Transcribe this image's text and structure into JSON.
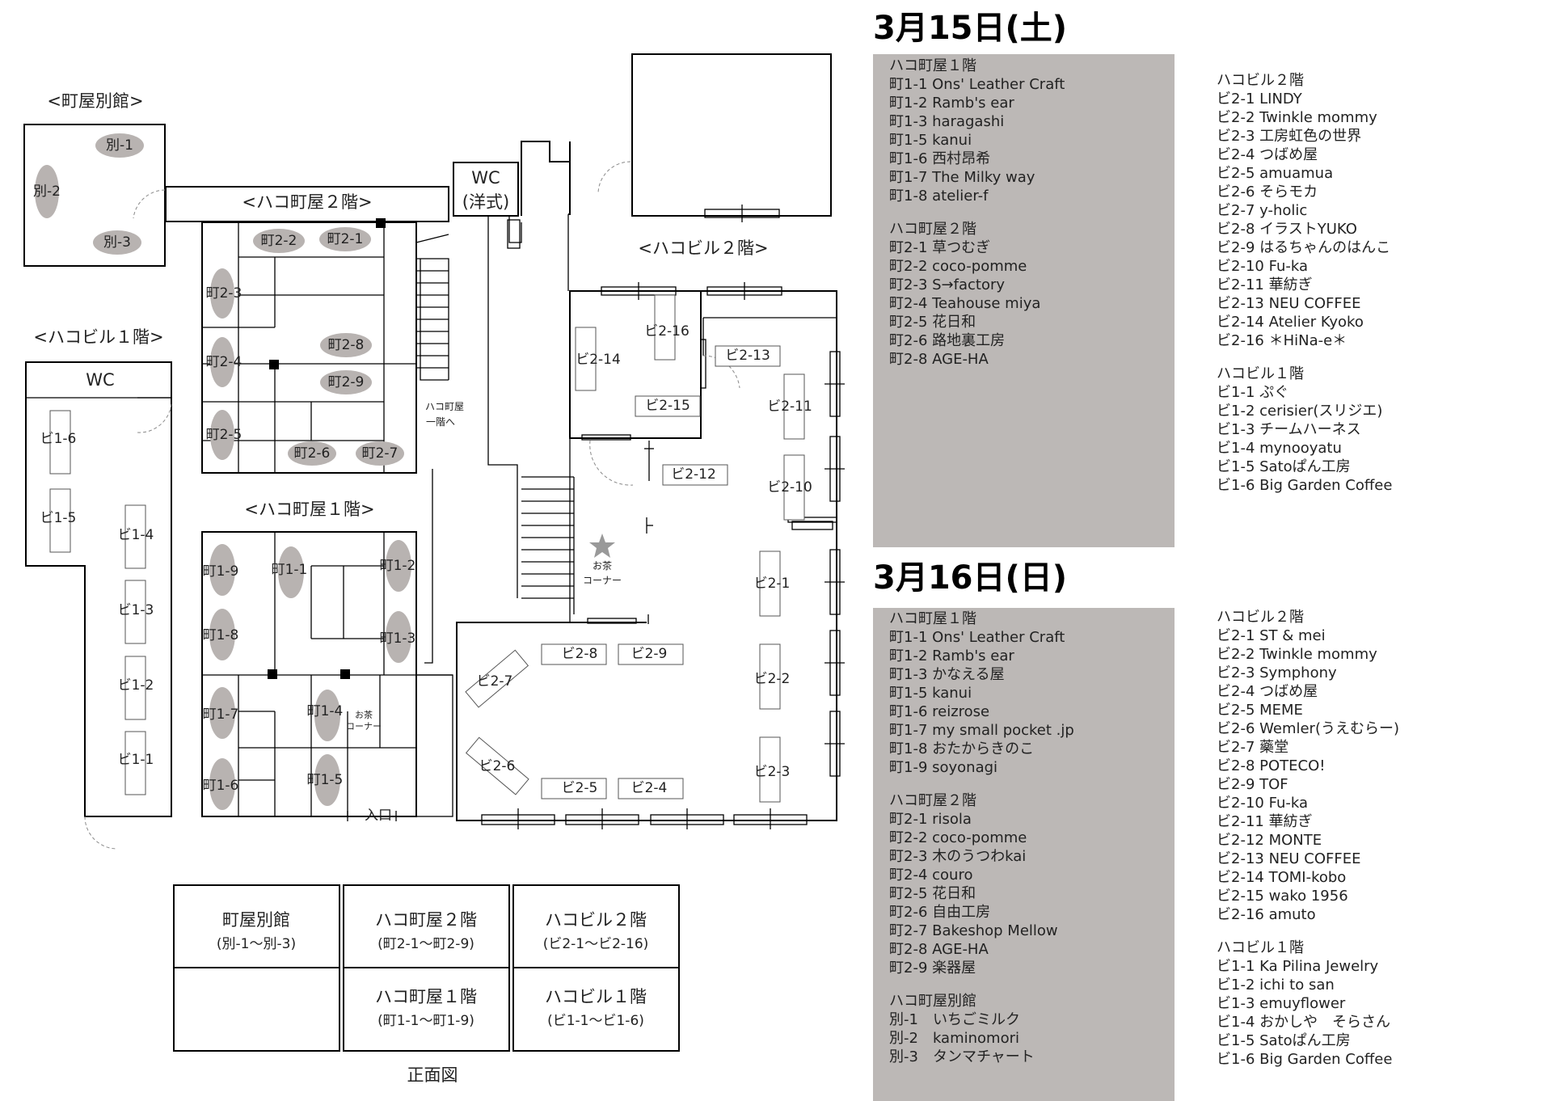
{
  "map": {
    "titles": {
      "annex": "<町屋別館>",
      "machiya2": "<ハコ町屋２階>",
      "machiya1": "<ハコ町屋１階>",
      "bldg1": "<ハコビル１階>",
      "bldg2": "<ハコビル２階>"
    },
    "wc_bldg1": "WC",
    "wc_western_1": "WC",
    "wc_western_2": "(洋式)",
    "stairs_note_1": "ハコ町屋",
    "stairs_note_2": "一階へ",
    "tea_corner_1": "お茶",
    "tea_corner_2": "コーナー",
    "tea_small_1": "お茶",
    "tea_small_2": "コーナー",
    "entrance": "入口",
    "booths": {
      "b1": "別-1",
      "b2": "別-2",
      "b3": "別-3",
      "m21": "町2-1",
      "m22": "町2-2",
      "m23": "町2-3",
      "m24": "町2-4",
      "m25": "町2-5",
      "m26": "町2-6",
      "m27": "町2-7",
      "m28": "町2-8",
      "m29": "町2-9",
      "m11": "町1-1",
      "m12": "町1-2",
      "m13": "町1-3",
      "m14": "町1-4",
      "m15": "町1-5",
      "m16": "町1-6",
      "m17": "町1-7",
      "m18": "町1-8",
      "m19": "町1-9",
      "v11": "ビ1-1",
      "v12": "ビ1-2",
      "v13": "ビ1-3",
      "v14": "ビ1-4",
      "v15": "ビ1-5",
      "v16": "ビ1-6",
      "v21": "ビ2-1",
      "v22": "ビ2-2",
      "v23": "ビ2-3",
      "v24": "ビ2-4",
      "v25": "ビ2-5",
      "v26": "ビ2-6",
      "v27": "ビ2-7",
      "v28": "ビ2-8",
      "v29": "ビ2-9",
      "v210": "ビ2-10",
      "v211": "ビ2-11",
      "v212": "ビ2-12",
      "v213": "ビ2-13",
      "v214": "ビ2-14",
      "v215": "ビ2-15",
      "v216": "ビ2-16"
    }
  },
  "legend": {
    "annex_name": "町屋別館",
    "annex_range": "(別-1～別-3)",
    "m2_name": "ハコ町屋２階",
    "m2_range": "(町2-1～町2-9)",
    "v2_name": "ハコビル２階",
    "v2_range": "(ビ2-1～ビ2-16)",
    "m1_name": "ハコ町屋１階",
    "m1_range": "(町1-1～町1-9)",
    "v1_name": "ハコビル１階",
    "v1_range": "(ビ1-1～ビ1-6)",
    "caption": "正面図"
  },
  "days": [
    {
      "title": "3月15日(土)",
      "left": [
        {
          "heading": "ハコ町屋１階",
          "items": [
            "町1-1 Ons' Leather Craft",
            "町1-2 Ramb's ear",
            "町1-3 haragashi",
            "町1-5 kanui",
            "町1-6 西村昂希",
            "町1-7 The Milky way",
            "町1-8 atelier-f"
          ]
        },
        {
          "heading": "ハコ町屋２階",
          "items": [
            "町2-1 草つむぎ",
            "町2-2 coco-pomme",
            "町2-3 S→factory",
            "町2-4 Teahouse miya",
            "町2-5 花日和",
            "町2-6 路地裏工房",
            "町2-8 AGE-HA"
          ]
        }
      ],
      "right": [
        {
          "heading": "ハコビル２階",
          "items": [
            "ビ2-1 LINDY",
            "ビ2-2 Twinkle mommy",
            "ビ2-3 工房虹色の世界",
            "ビ2-4 つばめ屋",
            "ビ2-5 amuamua",
            "ビ2-6 そらモカ",
            "ビ2-7 y-holic",
            "ビ2-8 イラストYUKO",
            "ビ2-9 はるちゃんのはんこ",
            "ビ2-10 Fu-ka",
            "ビ2-11 華紡ぎ",
            "ビ2-13 NEU COFFEE",
            "ビ2-14 Atelier Kyoko",
            "ビ2-16 ＊HiNa-e＊"
          ]
        },
        {
          "heading": "ハコビル１階",
          "items": [
            "ビ1-1 ぷぐ",
            "ビ1-2 cerisier(スリジエ)",
            "ビ1-3 チームハーネス",
            "ビ1-4 mynooyatu",
            "ビ1-5 Satoぱん工房",
            "ビ1-6 Big Garden Coffee"
          ]
        }
      ]
    },
    {
      "title": "3月16日(日)",
      "left": [
        {
          "heading": "ハコ町屋１階",
          "items": [
            "町1-1 Ons' Leather Craft",
            "町1-2 Ramb's ear",
            "町1-3 かなえる屋",
            "町1-5 kanui",
            "町1-6 reizrose",
            "町1-7 my small pocket .jp",
            "町1-8 おたからきのこ",
            "町1-9 soyonagi"
          ]
        },
        {
          "heading": "ハコ町屋２階",
          "items": [
            "町2-1 risola",
            "町2-2 coco-pomme",
            "町2-3 木のうつわkai",
            "町2-4 couro",
            "町2-5 花日和",
            "町2-6 自由工房",
            "町2-7 Bakeshop Mellow",
            "町2-8 AGE-HA",
            "町2-9 楽器屋"
          ]
        },
        {
          "heading": "ハコ町屋別館",
          "items": [
            "別-1　いちごミルク",
            "別-2　kaminomori",
            "別-3　タンマチャート"
          ]
        }
      ],
      "right": [
        {
          "heading": "ハコビル２階",
          "items": [
            "ビ2-1 ST & mei",
            "ビ2-2 Twinkle mommy",
            "ビ2-3 Symphony",
            "ビ2-4 つばめ屋",
            "ビ2-5 MEME",
            "ビ2-6 Wemler(うえむらー)",
            "ビ2-7 藥堂",
            "ビ2-8 POTECO!",
            "ビ2-9 TOF",
            "ビ2-10 Fu-ka",
            "ビ2-11 華紡ぎ",
            "ビ2-12 MONTE",
            "ビ2-13 NEU COFFEE",
            "ビ2-14 TOMI-kobo",
            "ビ2-15 wako 1956",
            "ビ2-16 amuto"
          ]
        },
        {
          "heading": "ハコビル１階",
          "items": [
            "ビ1-1 Ka Pilina Jewelry",
            "ビ1-2 ichi to san",
            "ビ1-3 emuyflower",
            "ビ1-4 おかしや　そらさん",
            "ビ1-5 Satoぱん工房",
            "ビ1-6 Big Garden Coffee"
          ]
        }
      ]
    }
  ]
}
